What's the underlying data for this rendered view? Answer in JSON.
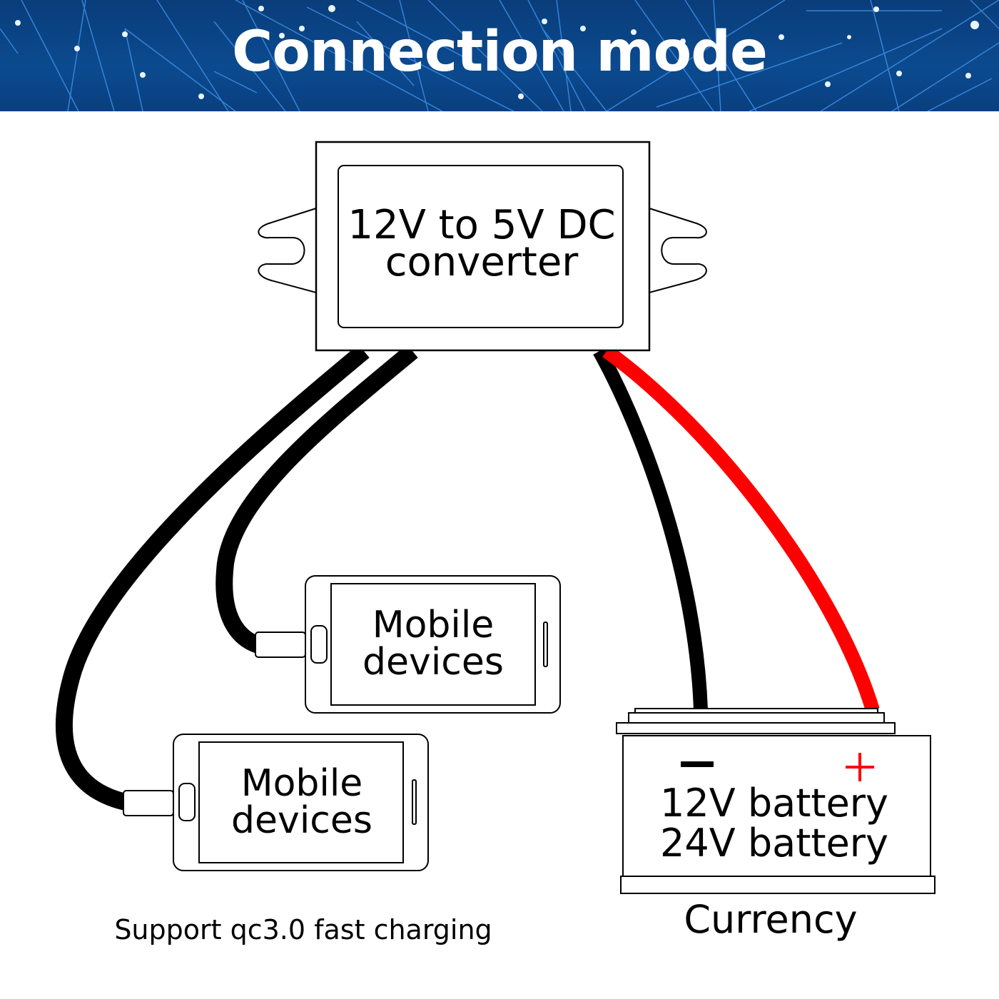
{
  "header": {
    "title": "Connection mode",
    "background_color": "#0b4a8f",
    "text_color": "#ffffff"
  },
  "converter": {
    "label_line1": "12V to 5V DC",
    "label_line2": "converter"
  },
  "mobile_devices": [
    {
      "label_line1": "Mobile",
      "label_line2": "devices"
    },
    {
      "label_line1": "Mobile",
      "label_line2": "devices"
    }
  ],
  "battery": {
    "negative_symbol": "−",
    "positive_symbol": "+",
    "label_line1": "12V battery",
    "label_line2": "24V battery",
    "caption": "Currency"
  },
  "footer": {
    "support_text": "Support qc3.0 fast charging"
  },
  "colors": {
    "positive_wire": "#ff0000",
    "negative_wire": "#000000",
    "outline": "#000000"
  }
}
